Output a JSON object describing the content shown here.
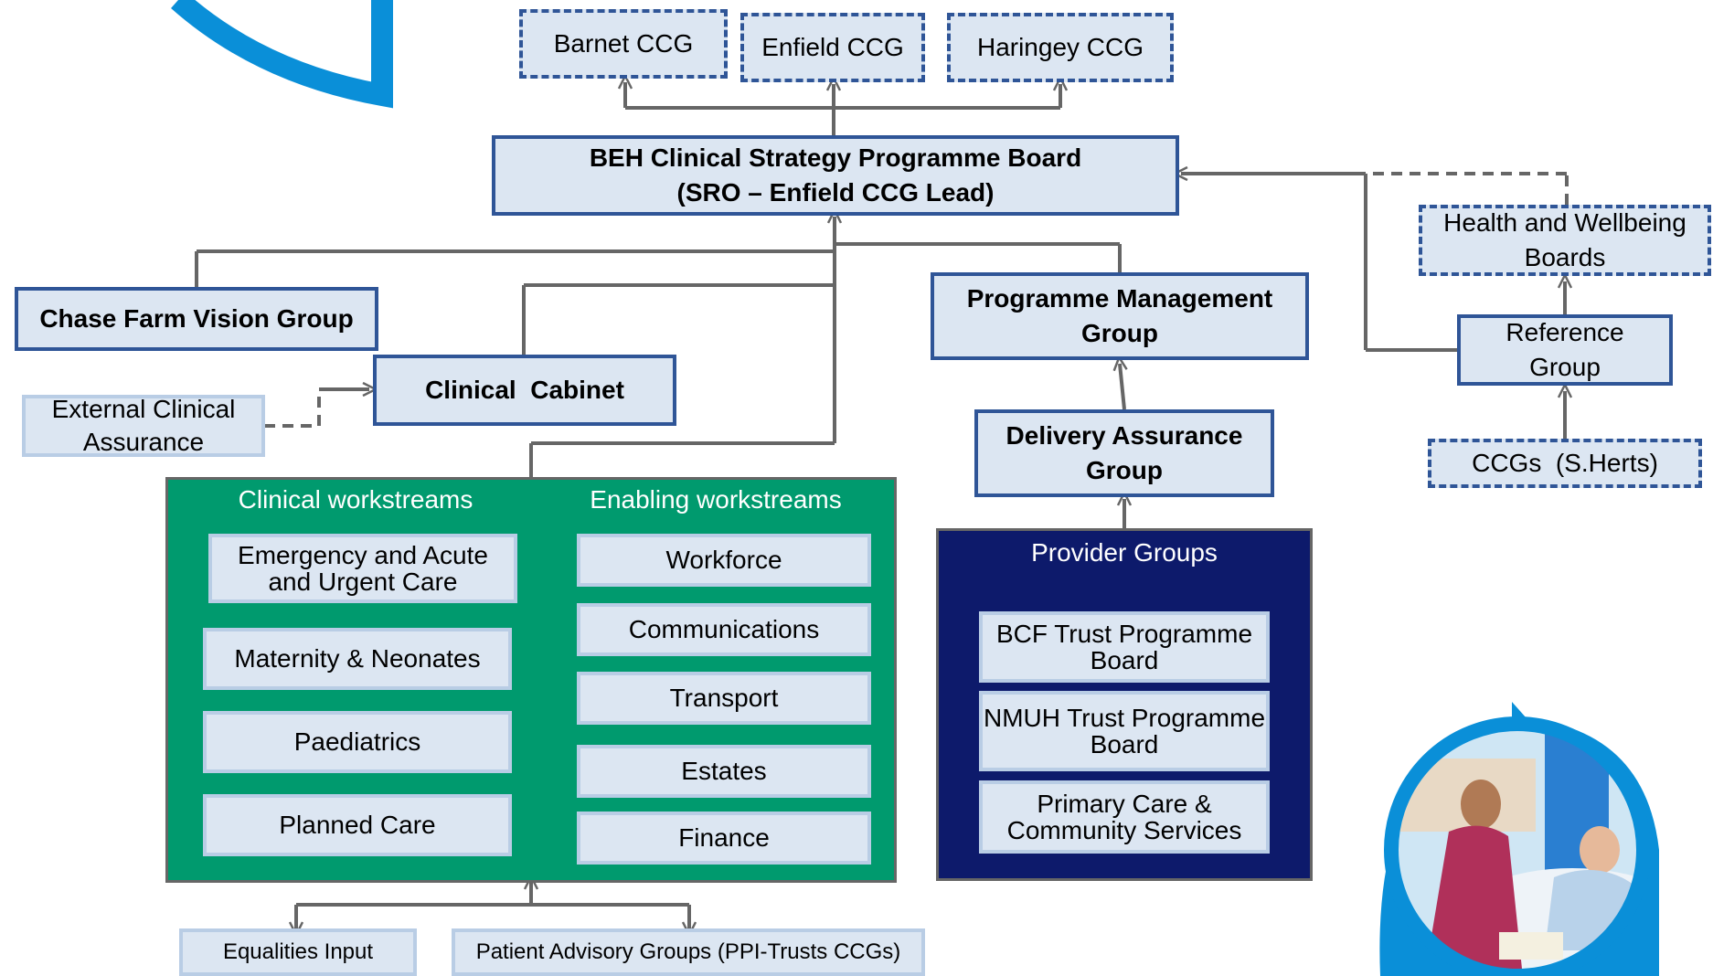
{
  "ccgs": {
    "barnet": "Barnet CCG",
    "enfield": "Enfield CCG",
    "haringey": "Haringey CCG"
  },
  "board": {
    "line1": "BEH Clinical Strategy Programme Board",
    "line2": "(SRO – Enfield CCG Lead)"
  },
  "right": {
    "hwb_line1": "Health and Wellbeing",
    "hwb_line2": "Boards",
    "ref_line1": "Reference",
    "ref_line2": "Group",
    "ccgs_sherts": "CCGs  (S.Herts)"
  },
  "left": {
    "chase_farm": "Chase Farm Vision Group",
    "clinical_cabinet": "Clinical  Cabinet",
    "external_line1": "External Clinical",
    "external_line2": "Assurance"
  },
  "pmg": {
    "line1": "Programme Management",
    "line2": "Group"
  },
  "dag": {
    "line1": "Delivery Assurance",
    "line2": "Group"
  },
  "workstreams": {
    "clinical_title": "Clinical workstreams",
    "enabling_title": "Enabling workstreams",
    "clinical": [
      {
        "line1": "Emergency and Acute",
        "line2": "and Urgent Care"
      },
      {
        "line1": "Maternity & Neonates"
      },
      {
        "line1": "Paediatrics"
      },
      {
        "line1": "Planned Care"
      }
    ],
    "enabling": [
      "Workforce",
      "Communications",
      "Transport",
      "Estates",
      "Finance"
    ]
  },
  "providers": {
    "title": "Provider Groups",
    "items": [
      {
        "line1": "BCF Trust Programme",
        "line2": "Board"
      },
      {
        "line1": "NMUH Trust Programme",
        "line2": "Board"
      },
      {
        "line1": "Primary Care &",
        "line2": "Community Services"
      }
    ]
  },
  "bottom": {
    "equalities": "Equalities Input",
    "patient_advisory": "Patient Advisory Groups (PPI-Trusts CCGs)"
  },
  "colors": {
    "box_fill": "#dce6f2",
    "box_border": "#2f5597",
    "light_border": "#b9cde5",
    "connector": "#666666",
    "clinical_panel": "#009a6e",
    "provider_panel": "#0d1a6b",
    "accent_blue": "#0a8fd8"
  },
  "icons": {
    "decor_top_left": "speech-bubble-decoration-icon",
    "photo": "nurse-patient-photo-icon"
  }
}
